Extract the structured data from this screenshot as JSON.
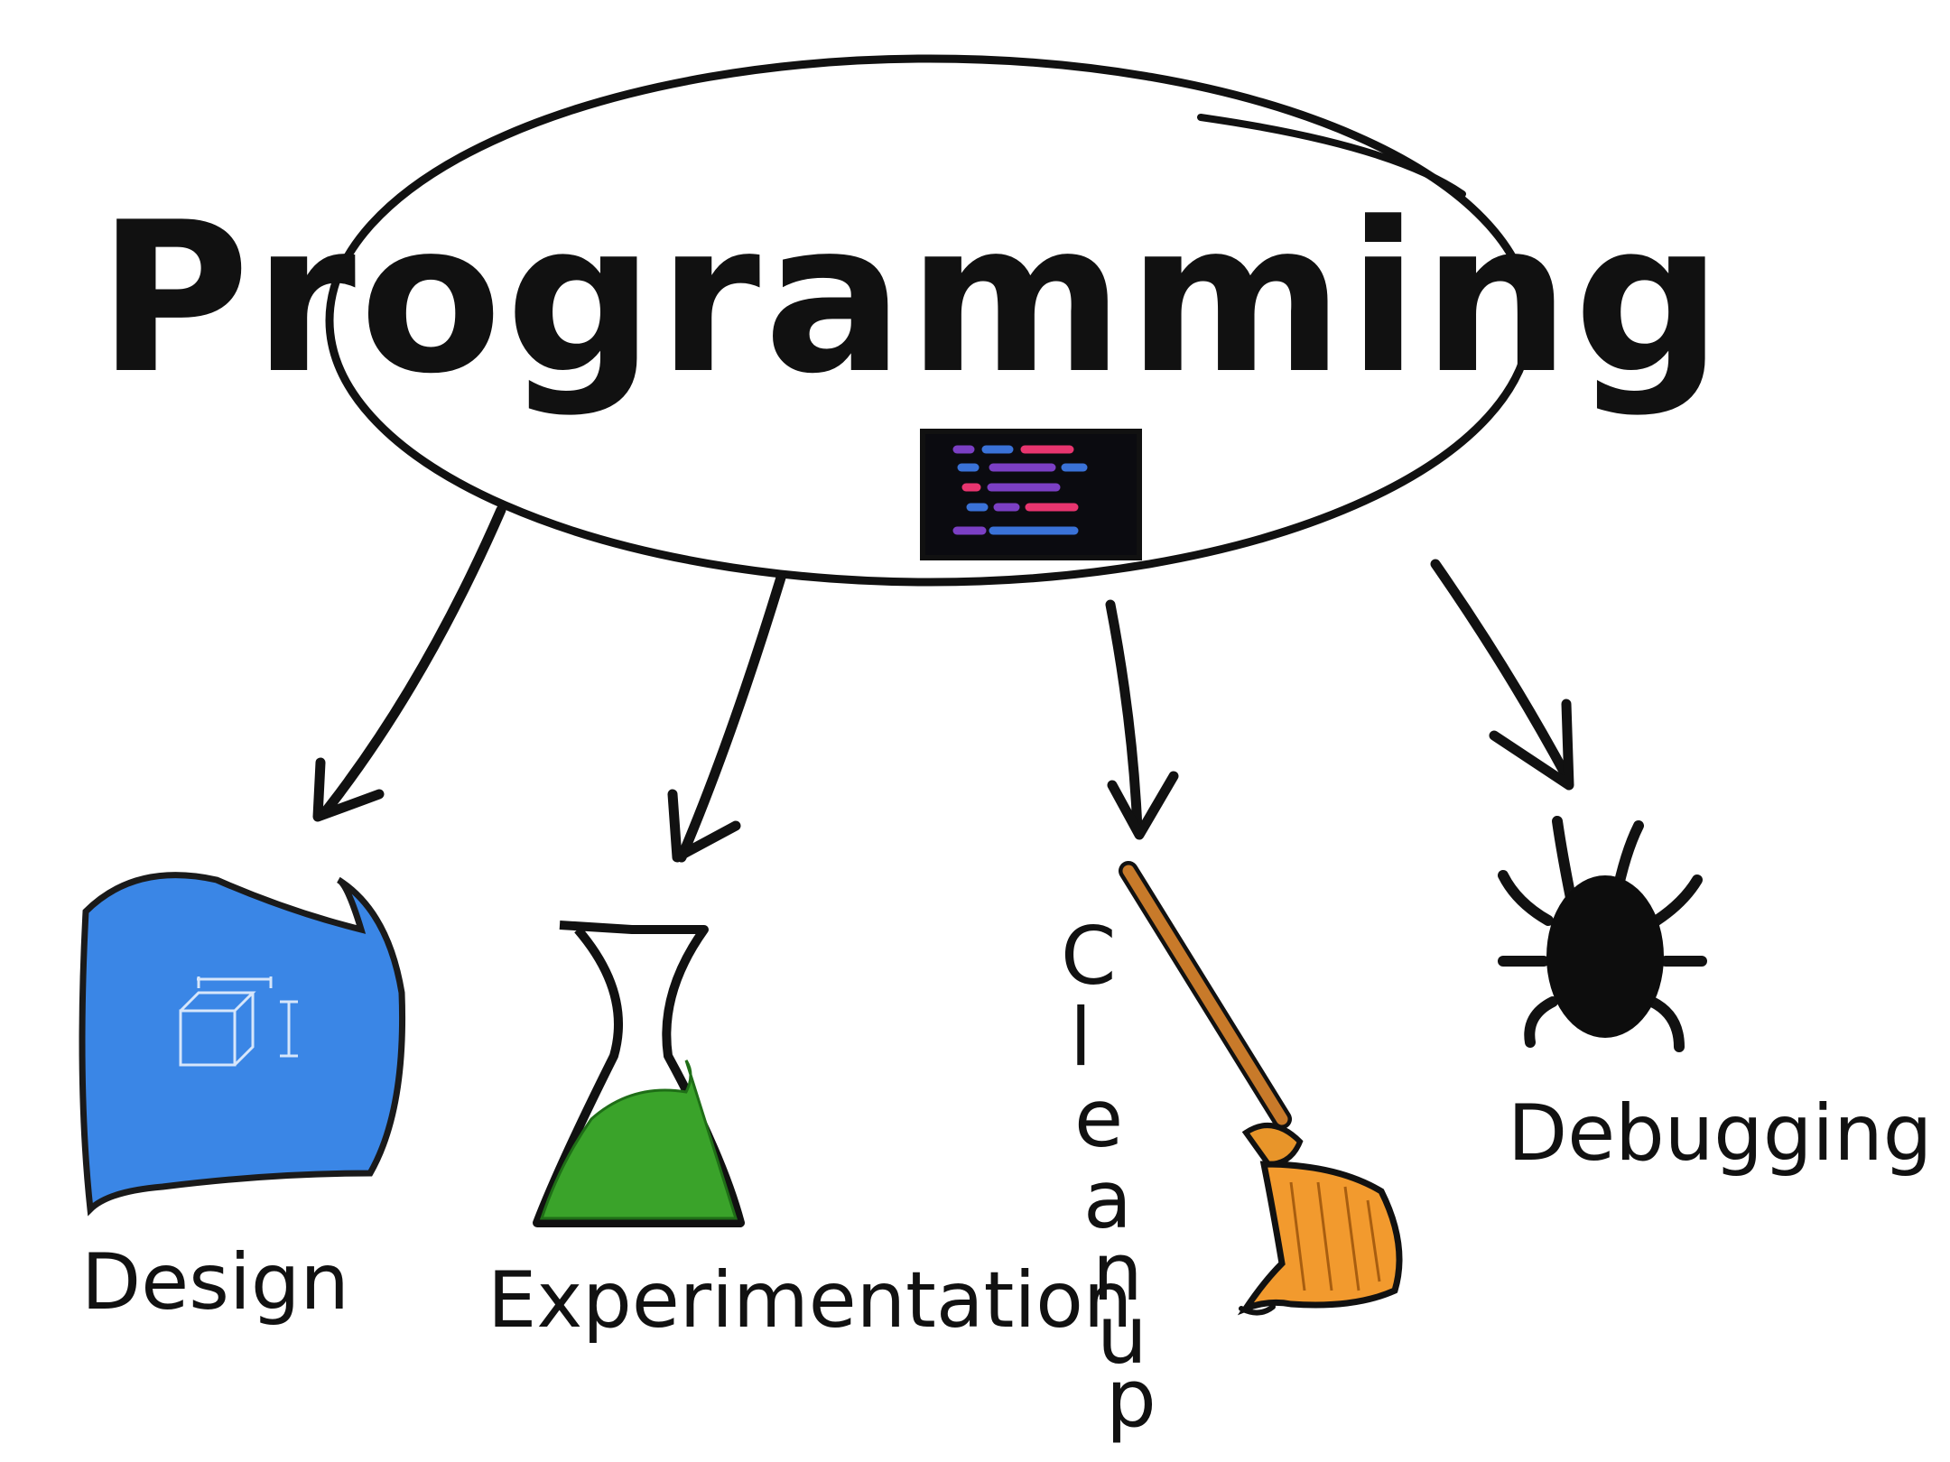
{
  "title": "Programming",
  "branches": [
    {
      "id": "design",
      "label": "Design",
      "icon": "design-tool-icon",
      "color": "#3a86e6"
    },
    {
      "id": "experimentation",
      "label": "Experimentation",
      "icon": "flask-icon",
      "color": "#3aa32a"
    },
    {
      "id": "cleanup",
      "label": "Cleanup",
      "letters": [
        "C",
        "l",
        "e",
        "a",
        "n",
        "u",
        "p"
      ],
      "icon": "broom-icon",
      "color": "#e8952a"
    },
    {
      "id": "debugging",
      "label": "Debugging",
      "icon": "bug-icon",
      "color": "#111111"
    }
  ],
  "code_screen_icon": "code-editor-icon",
  "colors": {
    "ink": "#111111",
    "background": "#ffffff",
    "code_pink": "#e8356f",
    "code_blue": "#3a72d8",
    "code_purple": "#7b3fc4"
  }
}
